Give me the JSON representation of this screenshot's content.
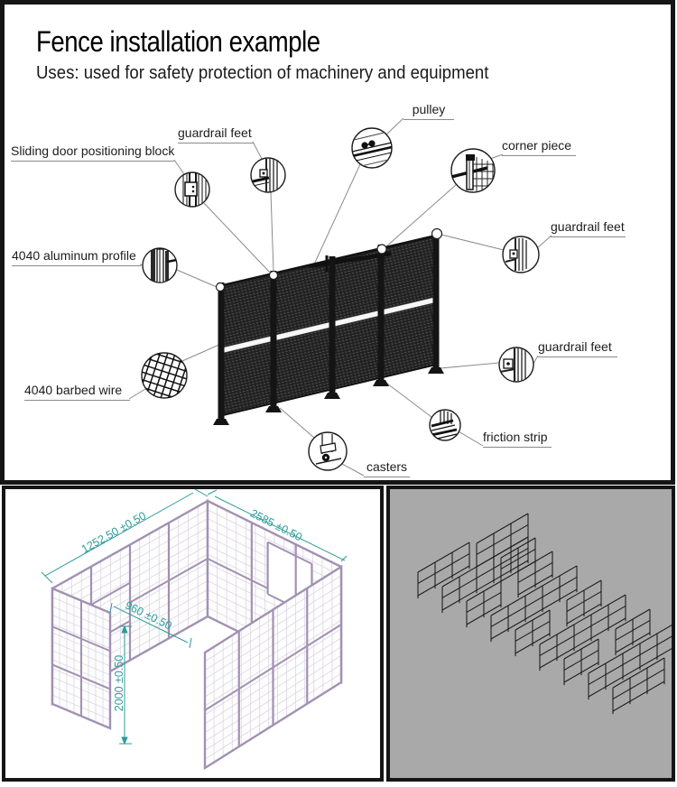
{
  "header": {
    "title": "Fence installation example",
    "subtitle": "Uses: used for safety protection of machinery and equipment"
  },
  "top": {
    "callouts": {
      "sliding_door": "Sliding door positioning block",
      "guardrail_feet_top": "guardrail feet",
      "pulley": "pulley",
      "corner_piece": "corner piece",
      "guardrail_feet_right": "guardrail feet",
      "aluminum_profile": "4040 aluminum profile",
      "barbed_wire": "4040 barbed wire",
      "guardrail_feet_lower": "guardrail feet",
      "friction_strip": "friction strip",
      "casters": "casters"
    }
  },
  "bottom_left": {
    "dims": {
      "d1252": "1252.50 ±0.50",
      "d2585": "2585 ±0.50",
      "d960": "960 ±0.50",
      "d2000": "2000 ±0.50"
    }
  },
  "colors": {
    "teal": "#2f9b9b",
    "lav": "#a291b2",
    "gray": "#a9a9a9"
  }
}
